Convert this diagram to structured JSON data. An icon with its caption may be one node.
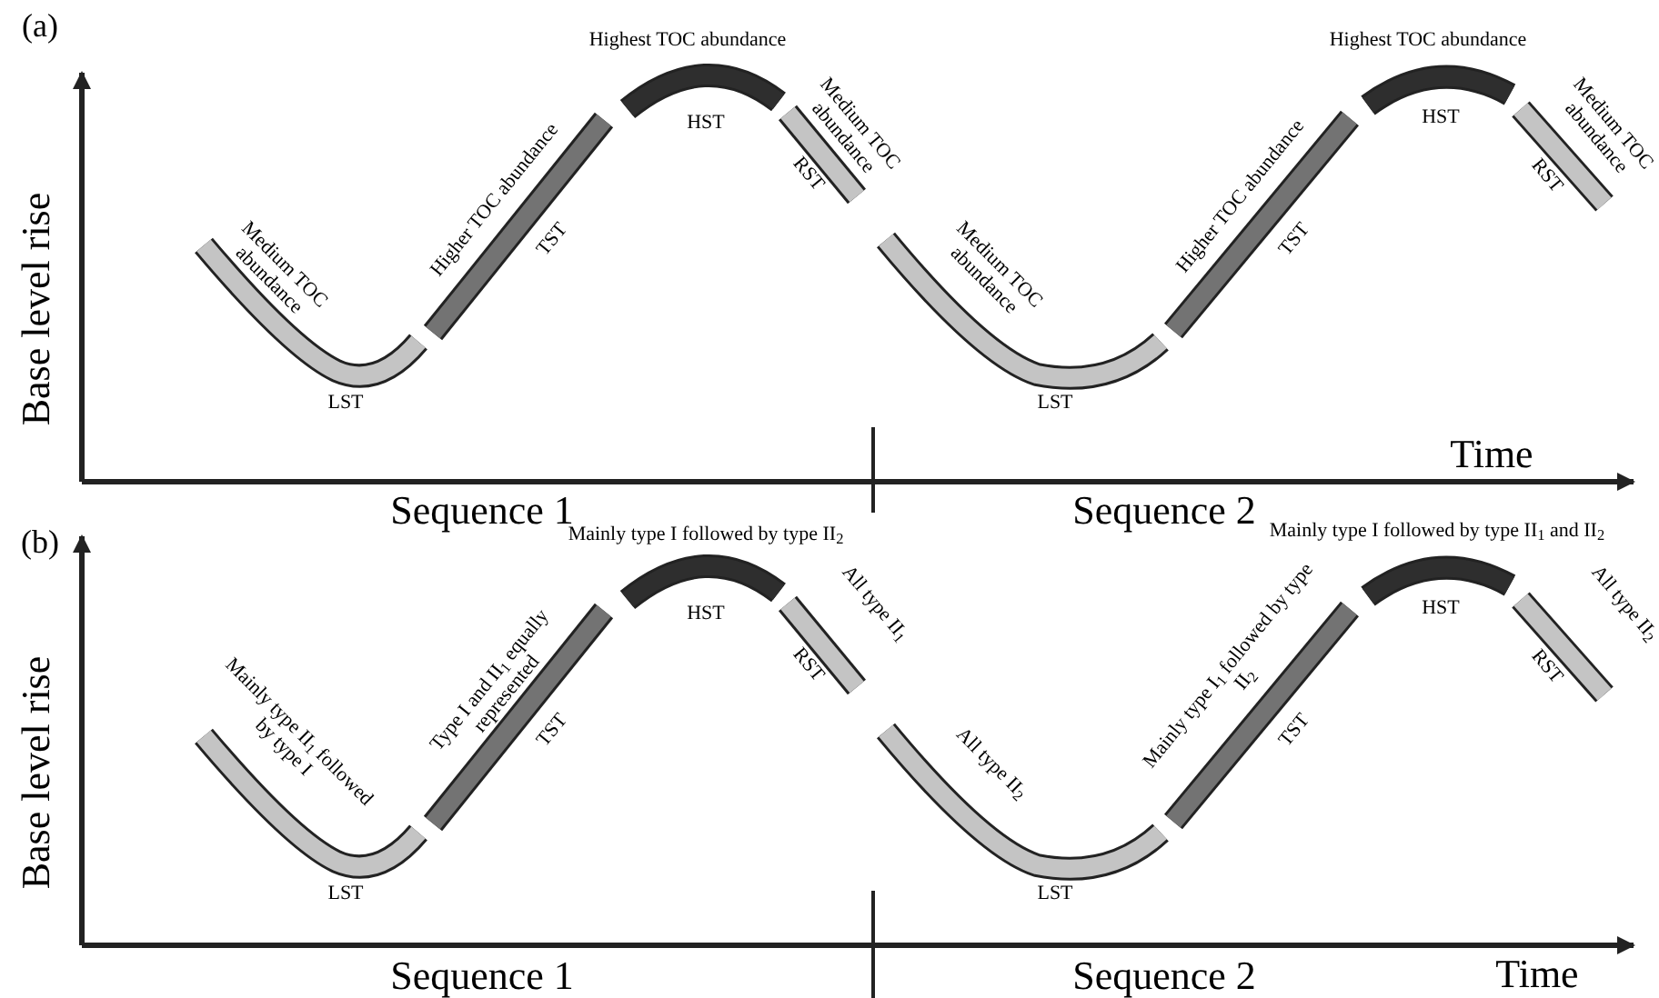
{
  "diagram": {
    "nodes": [
      {
        "text": [
          "LST",
          "Medium TOC abundance"
        ]
      },
      {
        "text": [
          "TST",
          "Higher TOC abundance"
        ]
      },
      {
        "text": [
          "Highest TOC abundance",
          "HST"
        ]
      },
      {
        "text": [
          "RST",
          "Medium TOC abundance"
        ]
      },
      {
        "text": [
          "LST",
          "Medium TOC abundance"
        ]
      },
      {
        "text": [
          "TST",
          "Higher TOC abundance"
        ]
      },
      {
        "text": [
          "Highest TOC abundance",
          "HST"
        ]
      },
      {
        "text": [
          "RST",
          "Medium TOC abundance"
        ]
      },
      {
        "text": [
          "LST",
          "Mainly type II$_{1}$ followed by type I"
        ]
      },
      {
        "text": [
          "TST",
          "Type I and II$_{1}$ equally represented"
        ]
      },
      {
        "text": [
          "Mainly type I followed by type II$_{2}$",
          "HST"
        ]
      },
      {
        "text": [
          "RST",
          "All type II$_{1}$"
        ]
      },
      {
        "text": [
          "LST",
          "All type II$_{2}$"
        ]
      },
      {
        "text": [
          "TST",
          "Mainly type I$_{1}$ followed by type II$_{2}$"
        ]
      },
      {
        "text": [
          "Mainly type I followed by type II$_{1}$ and II$_{2}$",
          "HST"
        ]
      },
      {
        "text": [
          "RST",
          "All type II$_{2}$"
        ]
      }
    ],
    "labels": [
      "(a)",
      "Base level rise",
      "Sequence 1",
      "Sequence 2",
      "Time",
      "(b)",
      "Base level rise",
      "Sequence 1",
      "Sequence 2",
      "Time"
    ]
  }
}
